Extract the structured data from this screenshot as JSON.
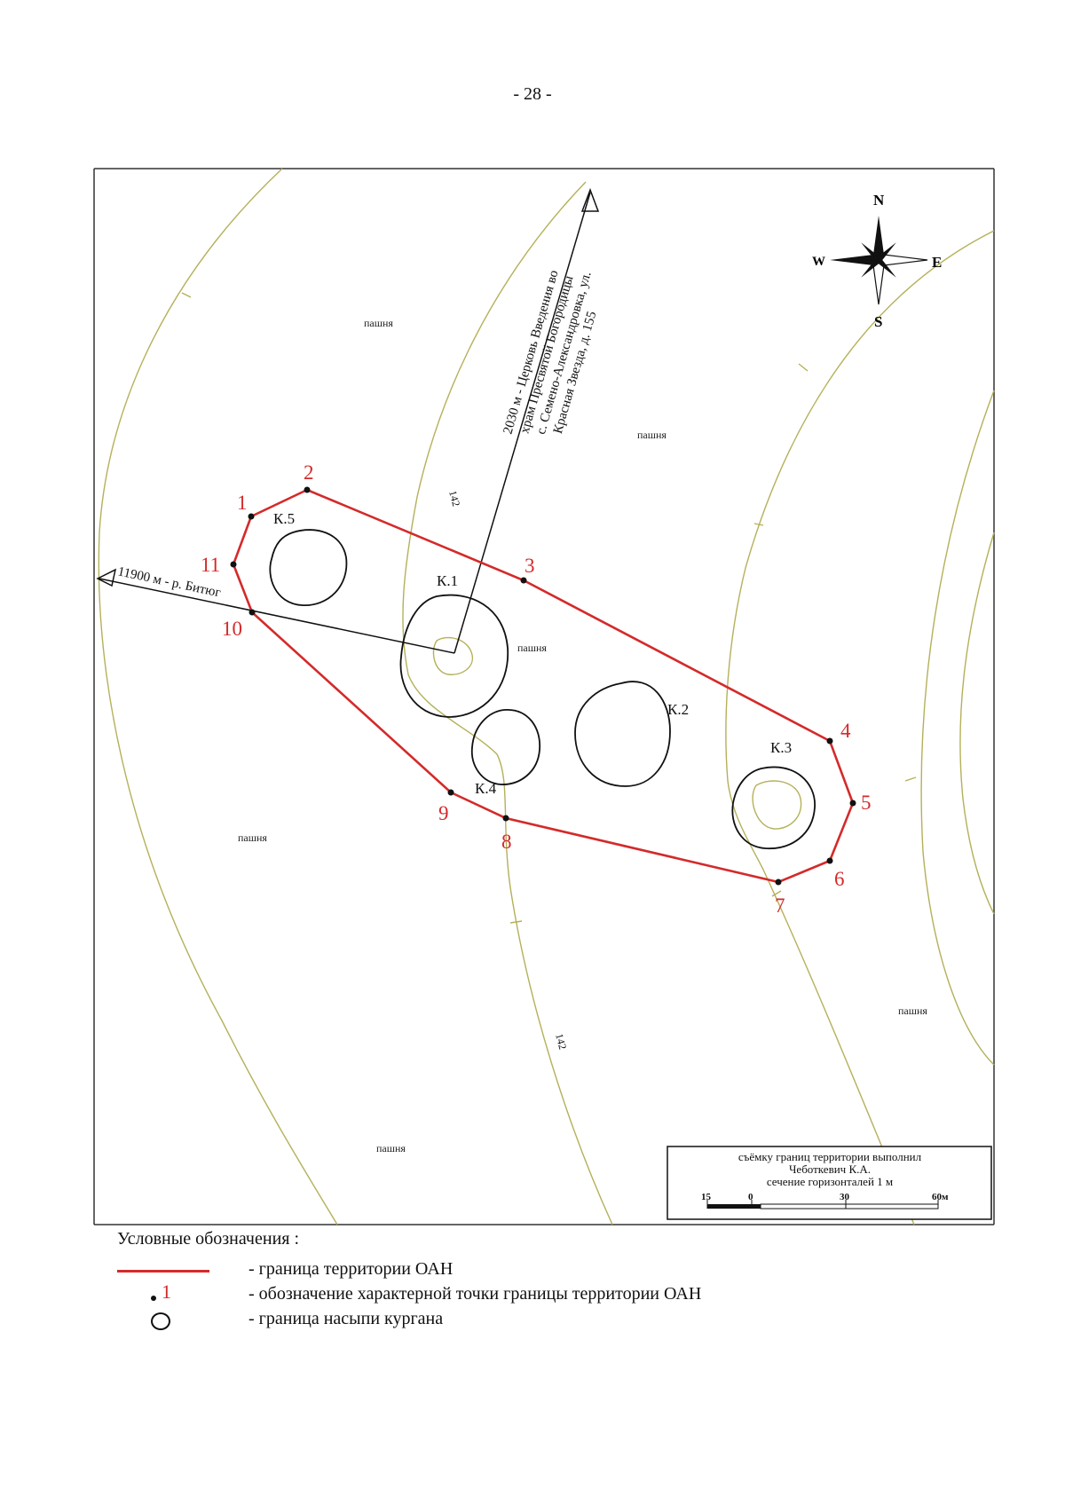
{
  "page_number": "- 28 -",
  "colors": {
    "boundary": "#d42a2a",
    "contour": "#b5b05a",
    "ink": "#111111",
    "frame": "#333333"
  },
  "compass": {
    "n": "N",
    "s": "S",
    "w": "W",
    "e": "E",
    "icon": "compass-rose-icon"
  },
  "field_label": "пашня",
  "contour_label": "142",
  "points": [
    "1",
    "2",
    "3",
    "4",
    "5",
    "6",
    "7",
    "8",
    "9",
    "10",
    "11"
  ],
  "mounds": [
    "К.1",
    "К.2",
    "К.3",
    "К.4",
    "К.5"
  ],
  "direction_church": {
    "line1": "2030 м - Церковь Введения во",
    "line2": "храм Пресвятой Богородицы",
    "line3": "с. Семено-Александровка, ул.",
    "line4": "Красная Звезда, д. 155"
  },
  "direction_river": "11900 м - р. Битюг",
  "survey_box": {
    "line1": "съёмку границ территории выполнил",
    "line2": "Чеботкевич К.А.",
    "line3": "сечение горизонталей 1 м",
    "scale_ticks": [
      "15",
      "0",
      "30",
      "60м"
    ]
  },
  "legend": {
    "title": "Условные обозначения :",
    "items": [
      {
        "text": "- граница территории ОАН"
      },
      {
        "text": "- обозначение характерной точки границы территории ОАН",
        "symbol_number": "1"
      },
      {
        "text": "- граница насыпи кургана"
      }
    ]
  }
}
